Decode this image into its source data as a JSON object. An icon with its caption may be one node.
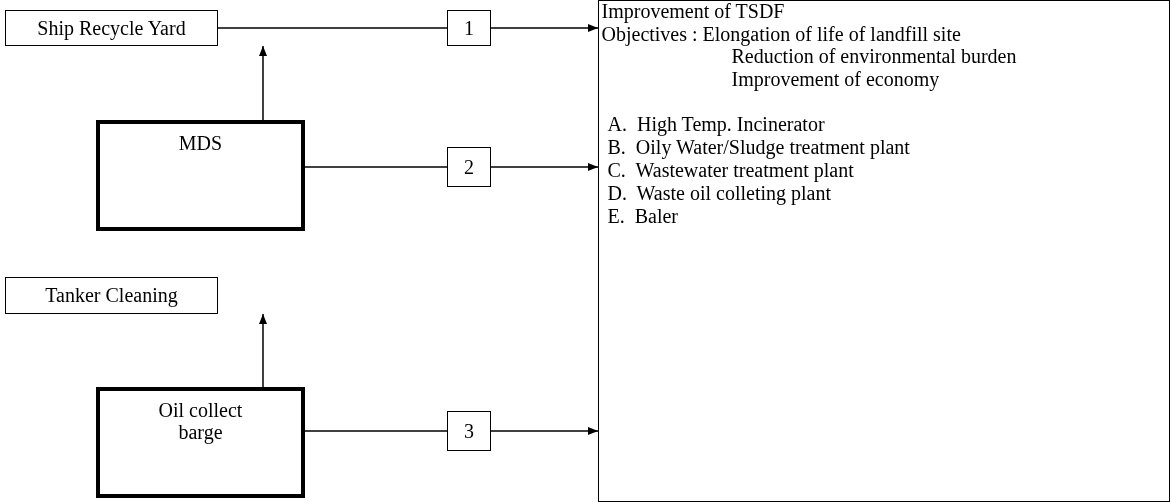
{
  "diagram": {
    "nodes": [
      {
        "text": [
          "Ship Recycle Yard"
        ]
      },
      {
        "text": [
          "1"
        ]
      },
      {
        "text": [
          "Improvement of TSDF",
          "Objectives : Elongation of life of landfill site",
          "Reduction of environmental burden",
          "Improvement of economy",
          "A.  High Temp. Incinerator",
          "B.  Oily Water/Sludge treatment plant",
          "C.  Wastewater treatment plant",
          "D.  Waste oil colleting plant",
          "E.  Baler"
        ]
      },
      {
        "text": [
          "MDS"
        ]
      },
      {
        "text": [
          "2"
        ]
      },
      {
        "text": [
          "Tanker Cleaning"
        ]
      },
      {
        "text": [
          "Oil collect barge"
        ]
      },
      {
        "text": [
          "3"
        ]
      }
    ],
    "edges": [
      {
        "from": 0,
        "to": 1,
        "arrow": "none"
      },
      {
        "from": 1,
        "to": 2,
        "arrow": "to"
      },
      {
        "from": 3,
        "to": 0,
        "arrow": "to"
      },
      {
        "from": 3,
        "to": 4,
        "arrow": "none"
      },
      {
        "from": 4,
        "to": 2,
        "arrow": "to"
      },
      {
        "from": 6,
        "to": 5,
        "arrow": "to"
      },
      {
        "from": 6,
        "to": 7,
        "arrow": "none"
      },
      {
        "from": 7,
        "to": 2,
        "arrow": "to"
      }
    ]
  }
}
